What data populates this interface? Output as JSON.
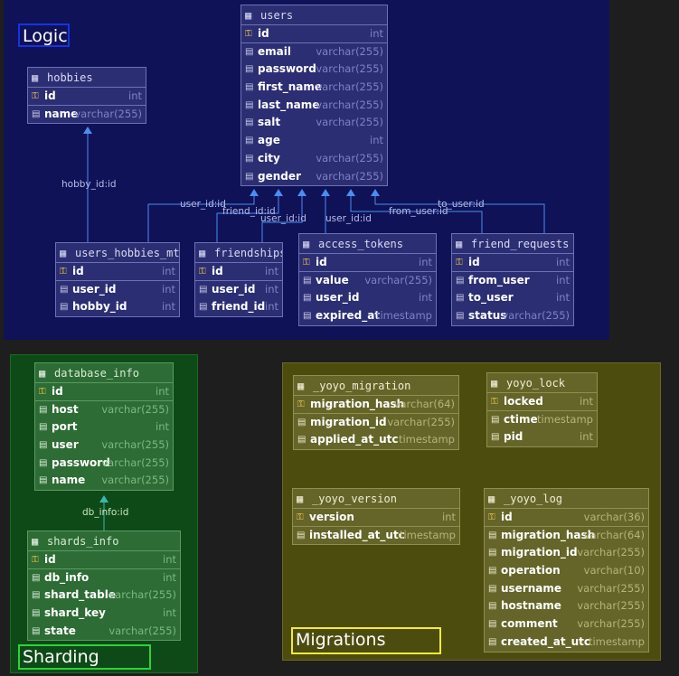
{
  "groups": {
    "logic": "Logic",
    "sharding": "Sharding",
    "migrations": "Migrations"
  },
  "colors": {
    "logic_bg": "#0f1257",
    "logic_table_bg": "#2c2e73",
    "logic_table_border": "#6d70b4",
    "logic_line": "#4a8ef0",
    "sharding_bg": "#0e4a17",
    "sharding_table_bg": "#2d6c34",
    "sharding_line": "#3fb5b0",
    "migration_bg": "#4d4c0f",
    "migration_table_bg": "#65652a"
  },
  "tables": {
    "users": {
      "name": "users",
      "columns": [
        {
          "name": "id",
          "type": "int"
        },
        {
          "name": "email",
          "type": "varchar(255)"
        },
        {
          "name": "password",
          "type": "varchar(255)"
        },
        {
          "name": "first_name",
          "type": "varchar(255)"
        },
        {
          "name": "last_name",
          "type": "varchar(255)"
        },
        {
          "name": "salt",
          "type": "varchar(255)"
        },
        {
          "name": "age",
          "type": "int"
        },
        {
          "name": "city",
          "type": "varchar(255)"
        },
        {
          "name": "gender",
          "type": "varchar(255)"
        }
      ]
    },
    "hobbies": {
      "name": "hobbies",
      "columns": [
        {
          "name": "id",
          "type": "int"
        },
        {
          "name": "name",
          "type": "varchar(255)"
        }
      ]
    },
    "users_hobbies_mtm": {
      "name": "users_hobbies_mtm",
      "columns": [
        {
          "name": "id",
          "type": "int"
        },
        {
          "name": "user_id",
          "type": "int"
        },
        {
          "name": "hobby_id",
          "type": "int"
        }
      ]
    },
    "friendships": {
      "name": "friendships",
      "columns": [
        {
          "name": "id",
          "type": "int"
        },
        {
          "name": "user_id",
          "type": "int"
        },
        {
          "name": "friend_id",
          "type": "int"
        }
      ]
    },
    "access_tokens": {
      "name": "access_tokens",
      "columns": [
        {
          "name": "id",
          "type": "int"
        },
        {
          "name": "value",
          "type": "varchar(255)"
        },
        {
          "name": "user_id",
          "type": "int"
        },
        {
          "name": "expired_at",
          "type": "timestamp"
        }
      ]
    },
    "friend_requests": {
      "name": "friend_requests",
      "columns": [
        {
          "name": "id",
          "type": "int"
        },
        {
          "name": "from_user",
          "type": "int"
        },
        {
          "name": "to_user",
          "type": "int"
        },
        {
          "name": "status",
          "type": "varchar(255)"
        }
      ]
    },
    "database_info": {
      "name": "database_info",
      "columns": [
        {
          "name": "id",
          "type": "int"
        },
        {
          "name": "host",
          "type": "varchar(255)"
        },
        {
          "name": "port",
          "type": "int"
        },
        {
          "name": "user",
          "type": "varchar(255)"
        },
        {
          "name": "password",
          "type": "varchar(255)"
        },
        {
          "name": "name",
          "type": "varchar(255)"
        }
      ]
    },
    "shards_info": {
      "name": "shards_info",
      "columns": [
        {
          "name": "id",
          "type": "int"
        },
        {
          "name": "db_info",
          "type": "int"
        },
        {
          "name": "shard_table",
          "type": "varchar(255)"
        },
        {
          "name": "shard_key",
          "type": "int"
        },
        {
          "name": "state",
          "type": "varchar(255)"
        }
      ]
    },
    "yoyo_migration": {
      "name": "_yoyo_migration",
      "columns": [
        {
          "name": "migration_hash",
          "type": "varchar(64)"
        },
        {
          "name": "migration_id",
          "type": "varchar(255)"
        },
        {
          "name": "applied_at_utc",
          "type": "timestamp"
        }
      ]
    },
    "yoyo_lock": {
      "name": "yoyo_lock",
      "columns": [
        {
          "name": "locked",
          "type": "int"
        },
        {
          "name": "ctime",
          "type": "timestamp"
        },
        {
          "name": "pid",
          "type": "int"
        }
      ]
    },
    "yoyo_version": {
      "name": "_yoyo_version",
      "columns": [
        {
          "name": "version",
          "type": "int"
        },
        {
          "name": "installed_at_utc",
          "type": "timestamp"
        }
      ]
    },
    "yoyo_log": {
      "name": "_yoyo_log",
      "columns": [
        {
          "name": "id",
          "type": "varchar(36)"
        },
        {
          "name": "migration_hash",
          "type": "varchar(64)"
        },
        {
          "name": "migration_id",
          "type": "varchar(255)"
        },
        {
          "name": "operation",
          "type": "varchar(10)"
        },
        {
          "name": "username",
          "type": "varchar(255)"
        },
        {
          "name": "hostname",
          "type": "varchar(255)"
        },
        {
          "name": "comment",
          "type": "varchar(255)"
        },
        {
          "name": "created_at_utc",
          "type": "timestamp"
        }
      ]
    }
  },
  "relations": {
    "hobby_id": "hobby_id:id",
    "mtm_user_id": "user_id:id",
    "friend_id": "friend_id:id",
    "friendship_user_id": "user_id:id",
    "token_user_id": "user_id:id",
    "from_user": "from_user:id",
    "to_user": "to_user:id",
    "db_info": "db_info:id"
  }
}
